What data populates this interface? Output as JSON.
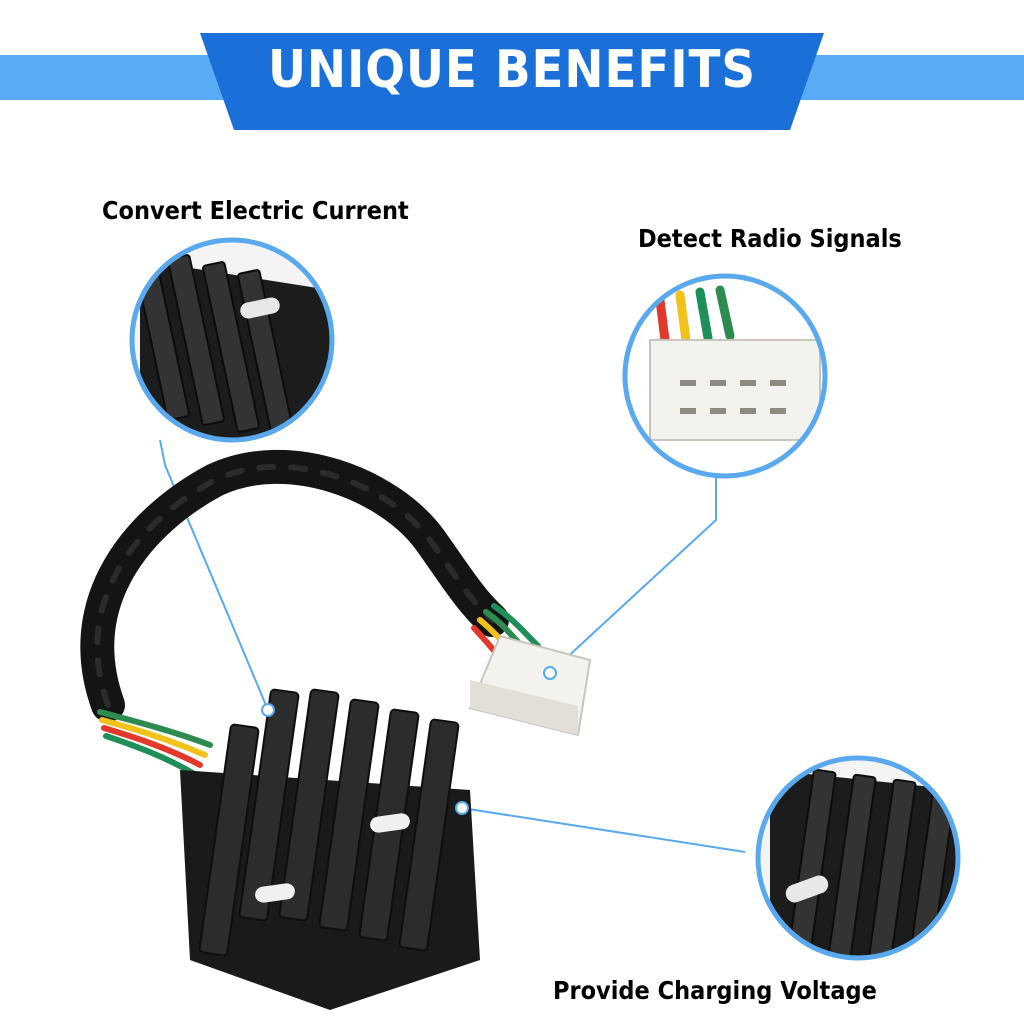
{
  "banner": {
    "title": "UNIQUE BENEFITS",
    "color_dark": "#1b6fd8",
    "color_light": "#5aabf5"
  },
  "callouts": [
    {
      "label": "Convert Electric Current",
      "icon": "heatsink-fins-closeup"
    },
    {
      "label": "Detect Radio Signals",
      "icon": "connector-plug-closeup"
    },
    {
      "label": "Provide Charging Voltage",
      "icon": "mounting-slot-closeup"
    }
  ],
  "product": {
    "icon": "voltage-regulator-rectifier",
    "wire_colors": [
      "#1f8f5a",
      "#e23a2a",
      "#f2c21a",
      "#2d8b4f"
    ],
    "body_color": "#1a1a1a",
    "connector_color": "#f4f2ee",
    "callout_line_color": "#5aa8ee"
  }
}
